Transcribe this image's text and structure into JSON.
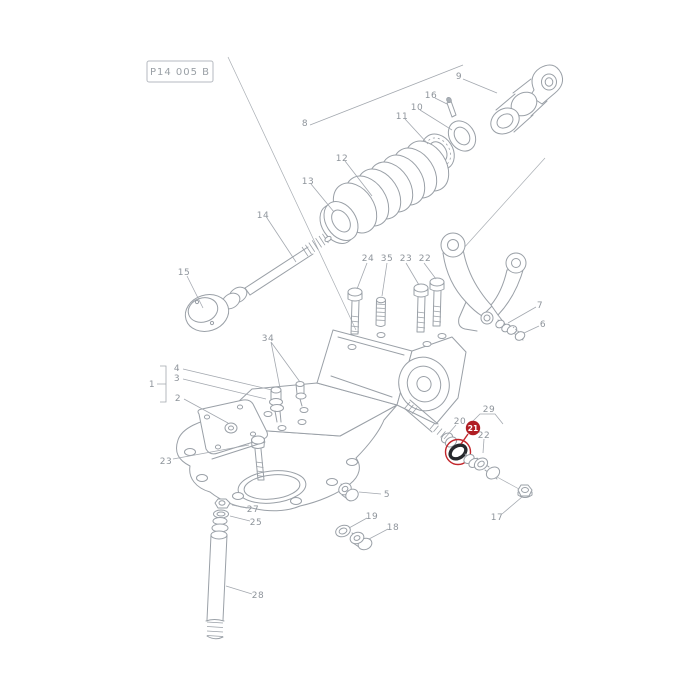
{
  "title_box": {
    "label": "P14 005 B"
  },
  "colors": {
    "line": "#9aa0a7",
    "label": "#8e949b",
    "background": "#ffffff",
    "box_border": "#b6bac0"
  },
  "highlight": {
    "badge_text": "21",
    "badge_color": "#b01e24",
    "ring_color": "#c2262b",
    "oring_color": "#26282c"
  },
  "callouts": [
    {
      "name": "part-9",
      "text": "9"
    },
    {
      "name": "part-16",
      "text": "16"
    },
    {
      "name": "part-10",
      "text": "10"
    },
    {
      "name": "part-11",
      "text": "11"
    },
    {
      "name": "part-8",
      "text": "8"
    },
    {
      "name": "part-12",
      "text": "12"
    },
    {
      "name": "part-13",
      "text": "13"
    },
    {
      "name": "part-14",
      "text": "14"
    },
    {
      "name": "part-15",
      "text": "15"
    },
    {
      "name": "part-24",
      "text": "24"
    },
    {
      "name": "part-35",
      "text": "35"
    },
    {
      "name": "part-23",
      "text": "23"
    },
    {
      "name": "part-22",
      "text": "22"
    },
    {
      "name": "part-7",
      "text": "7"
    },
    {
      "name": "part-6",
      "text": "6"
    },
    {
      "name": "part-34",
      "text": "34"
    },
    {
      "name": "part-1",
      "text": "1"
    },
    {
      "name": "part-4",
      "text": "4"
    },
    {
      "name": "part-3",
      "text": "3"
    },
    {
      "name": "part-2",
      "text": "2"
    },
    {
      "name": "part-29",
      "text": "29"
    },
    {
      "name": "part-20",
      "text": "20"
    },
    {
      "name": "part-22-valve",
      "text": "22"
    },
    {
      "name": "part-23-cover-bolt",
      "text": "23"
    },
    {
      "name": "part-5",
      "text": "5"
    },
    {
      "name": "part-19",
      "text": "19"
    },
    {
      "name": "part-18",
      "text": "18"
    },
    {
      "name": "part-17",
      "text": "17"
    },
    {
      "name": "part-27",
      "text": "27"
    },
    {
      "name": "part-25",
      "text": "25"
    },
    {
      "name": "part-28",
      "text": "28"
    }
  ]
}
